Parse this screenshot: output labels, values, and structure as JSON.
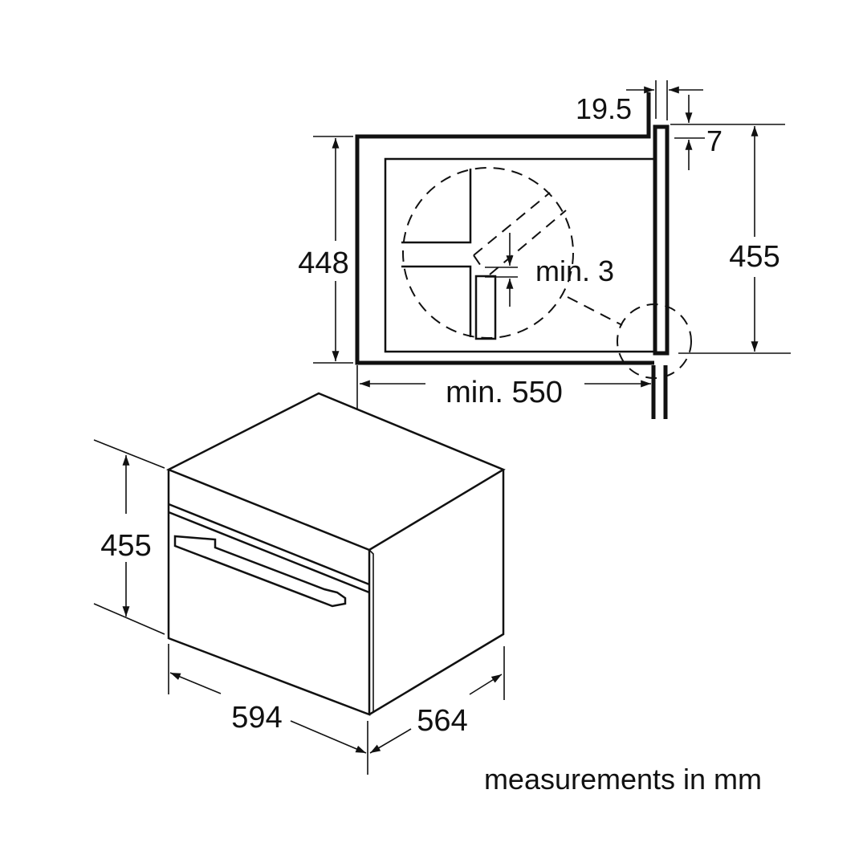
{
  "installation_view": {
    "niche_height": "448",
    "appliance_height": "455",
    "panel_thickness": "19.5",
    "top_offset": "7",
    "min_gap": "min. 3",
    "min_depth": "min. 550"
  },
  "appliance_view": {
    "height": "455",
    "width": "594",
    "depth": "564"
  },
  "footer": {
    "units_note": "measurements in mm"
  }
}
